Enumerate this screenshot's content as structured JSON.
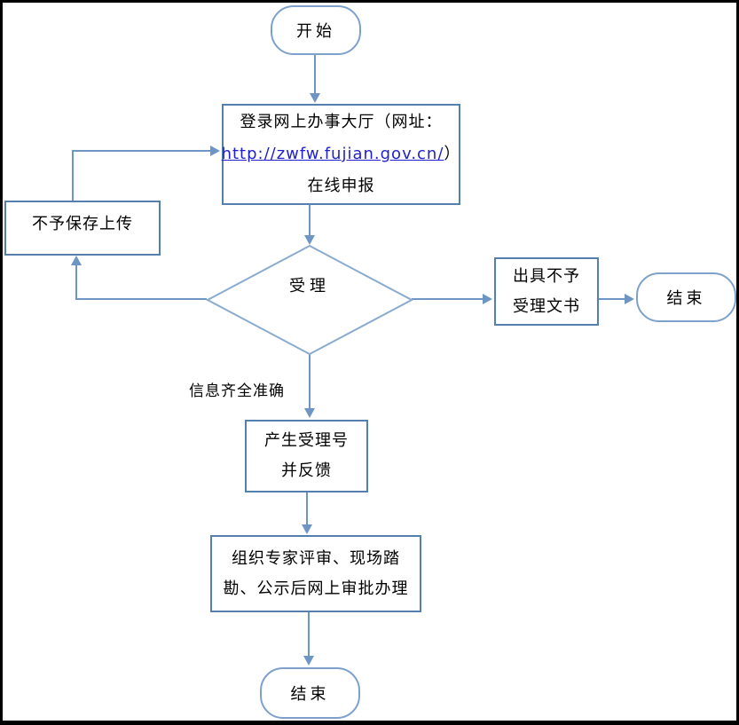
{
  "colors": {
    "background": "#ffffff",
    "frame": "#000000",
    "line": "#6e96c4",
    "rect_border": "#5580ae",
    "round_border": "#7da1cb",
    "diamond_border": "#8aabd0",
    "link": "#1f1fd0",
    "text": "#000000"
  },
  "flowchart": {
    "start": {
      "label": "开始"
    },
    "login_box": {
      "line1": "登录网上办事大厅（网址：",
      "url": "http://zwfw.fujian.gov.cn/",
      "paren": "）",
      "line3": "在线申报"
    },
    "decision": {
      "label": "受理"
    },
    "no_save_box": {
      "label": "不予保存上传"
    },
    "issue_box": {
      "line1": "出具不予",
      "line2": "受理文书"
    },
    "end_right": {
      "label": "结束"
    },
    "condition_label": {
      "label": "信息齐全准确"
    },
    "feedback_box": {
      "line1": "产生受理号",
      "line2": "并反馈"
    },
    "review_box": {
      "line1": "组织专家评审、现场踏",
      "line2": "勘、公示后网上审批办理"
    },
    "end_bottom": {
      "label": "结束"
    }
  }
}
